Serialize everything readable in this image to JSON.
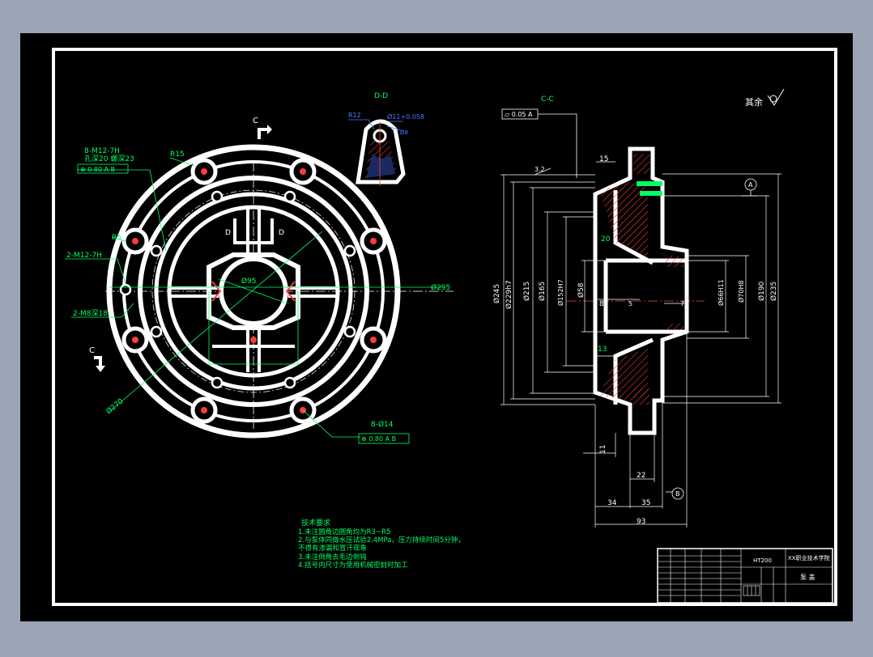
{
  "views": {
    "dd_title": "D-D",
    "cc_title": "C-C",
    "cut_mark": "C",
    "section_mark_d": "D"
  },
  "left_view": {
    "thread_callout_1": "8-M12-7H",
    "thread_callout_1b": "孔深20 螺深23",
    "pos_tol_1": "⊕ 0.80 A B",
    "r15": "R15",
    "r_small": "R5",
    "thread_2m12": "2-M12-7H",
    "thread_2m8": "2-M8深18",
    "d95": "Ø95",
    "d295": "Ø295",
    "d270": "Ø270",
    "holes_8d14": "8-Ø14",
    "pos_tol_2": "⊕ 0.80 A B"
  },
  "dd_view": {
    "r12": "R12",
    "hole_tol": "Ø11+0.058",
    "hole_tol_b": "Ø8"
  },
  "cc_view": {
    "flatness": "⏥ 0.05 A",
    "dim_15": "15",
    "roughness_32": "3.2",
    "dim_20": "20",
    "dim_8": "8",
    "dim_5": "5",
    "dim_7": "7",
    "dim_13": "13",
    "d245": "Ø245",
    "d229": "Ø229h7",
    "d215": "Ø215",
    "d165": "Ø165",
    "d152": "Ø152H7",
    "d58": "Ø58",
    "d66": "Ø66H11",
    "d70": "Ø70H8",
    "d190": "Ø190",
    "d235": "Ø235",
    "datum_a": "A",
    "datum_b": "B",
    "dim_11": "11",
    "dim_22": "22",
    "dim_34": "34",
    "dim_35": "35",
    "dim_93": "93",
    "other_rough": "其余"
  },
  "notes": {
    "title": "技术要求",
    "line1": "1.未注圆角边圆角均为R3~R5",
    "line2": "2.与泵体同做水压试验2.4MPa，压力持续时间5分钟，",
    "line3": "不得有渗漏和冒汗现象",
    "line4": "3.未注倒角去毛边倒钝",
    "line5": "4.括号内尺寸为使用机械密封时加工"
  },
  "title_block": {
    "material": "HT200",
    "school": "XX职业技术学院",
    "part_name": "泵 盖"
  },
  "colors": {
    "background": "#000000",
    "frame": "#ffffff",
    "dimension": "#00ff66",
    "hatch": "#ff3b3b",
    "annotation": "#4d79ff"
  }
}
